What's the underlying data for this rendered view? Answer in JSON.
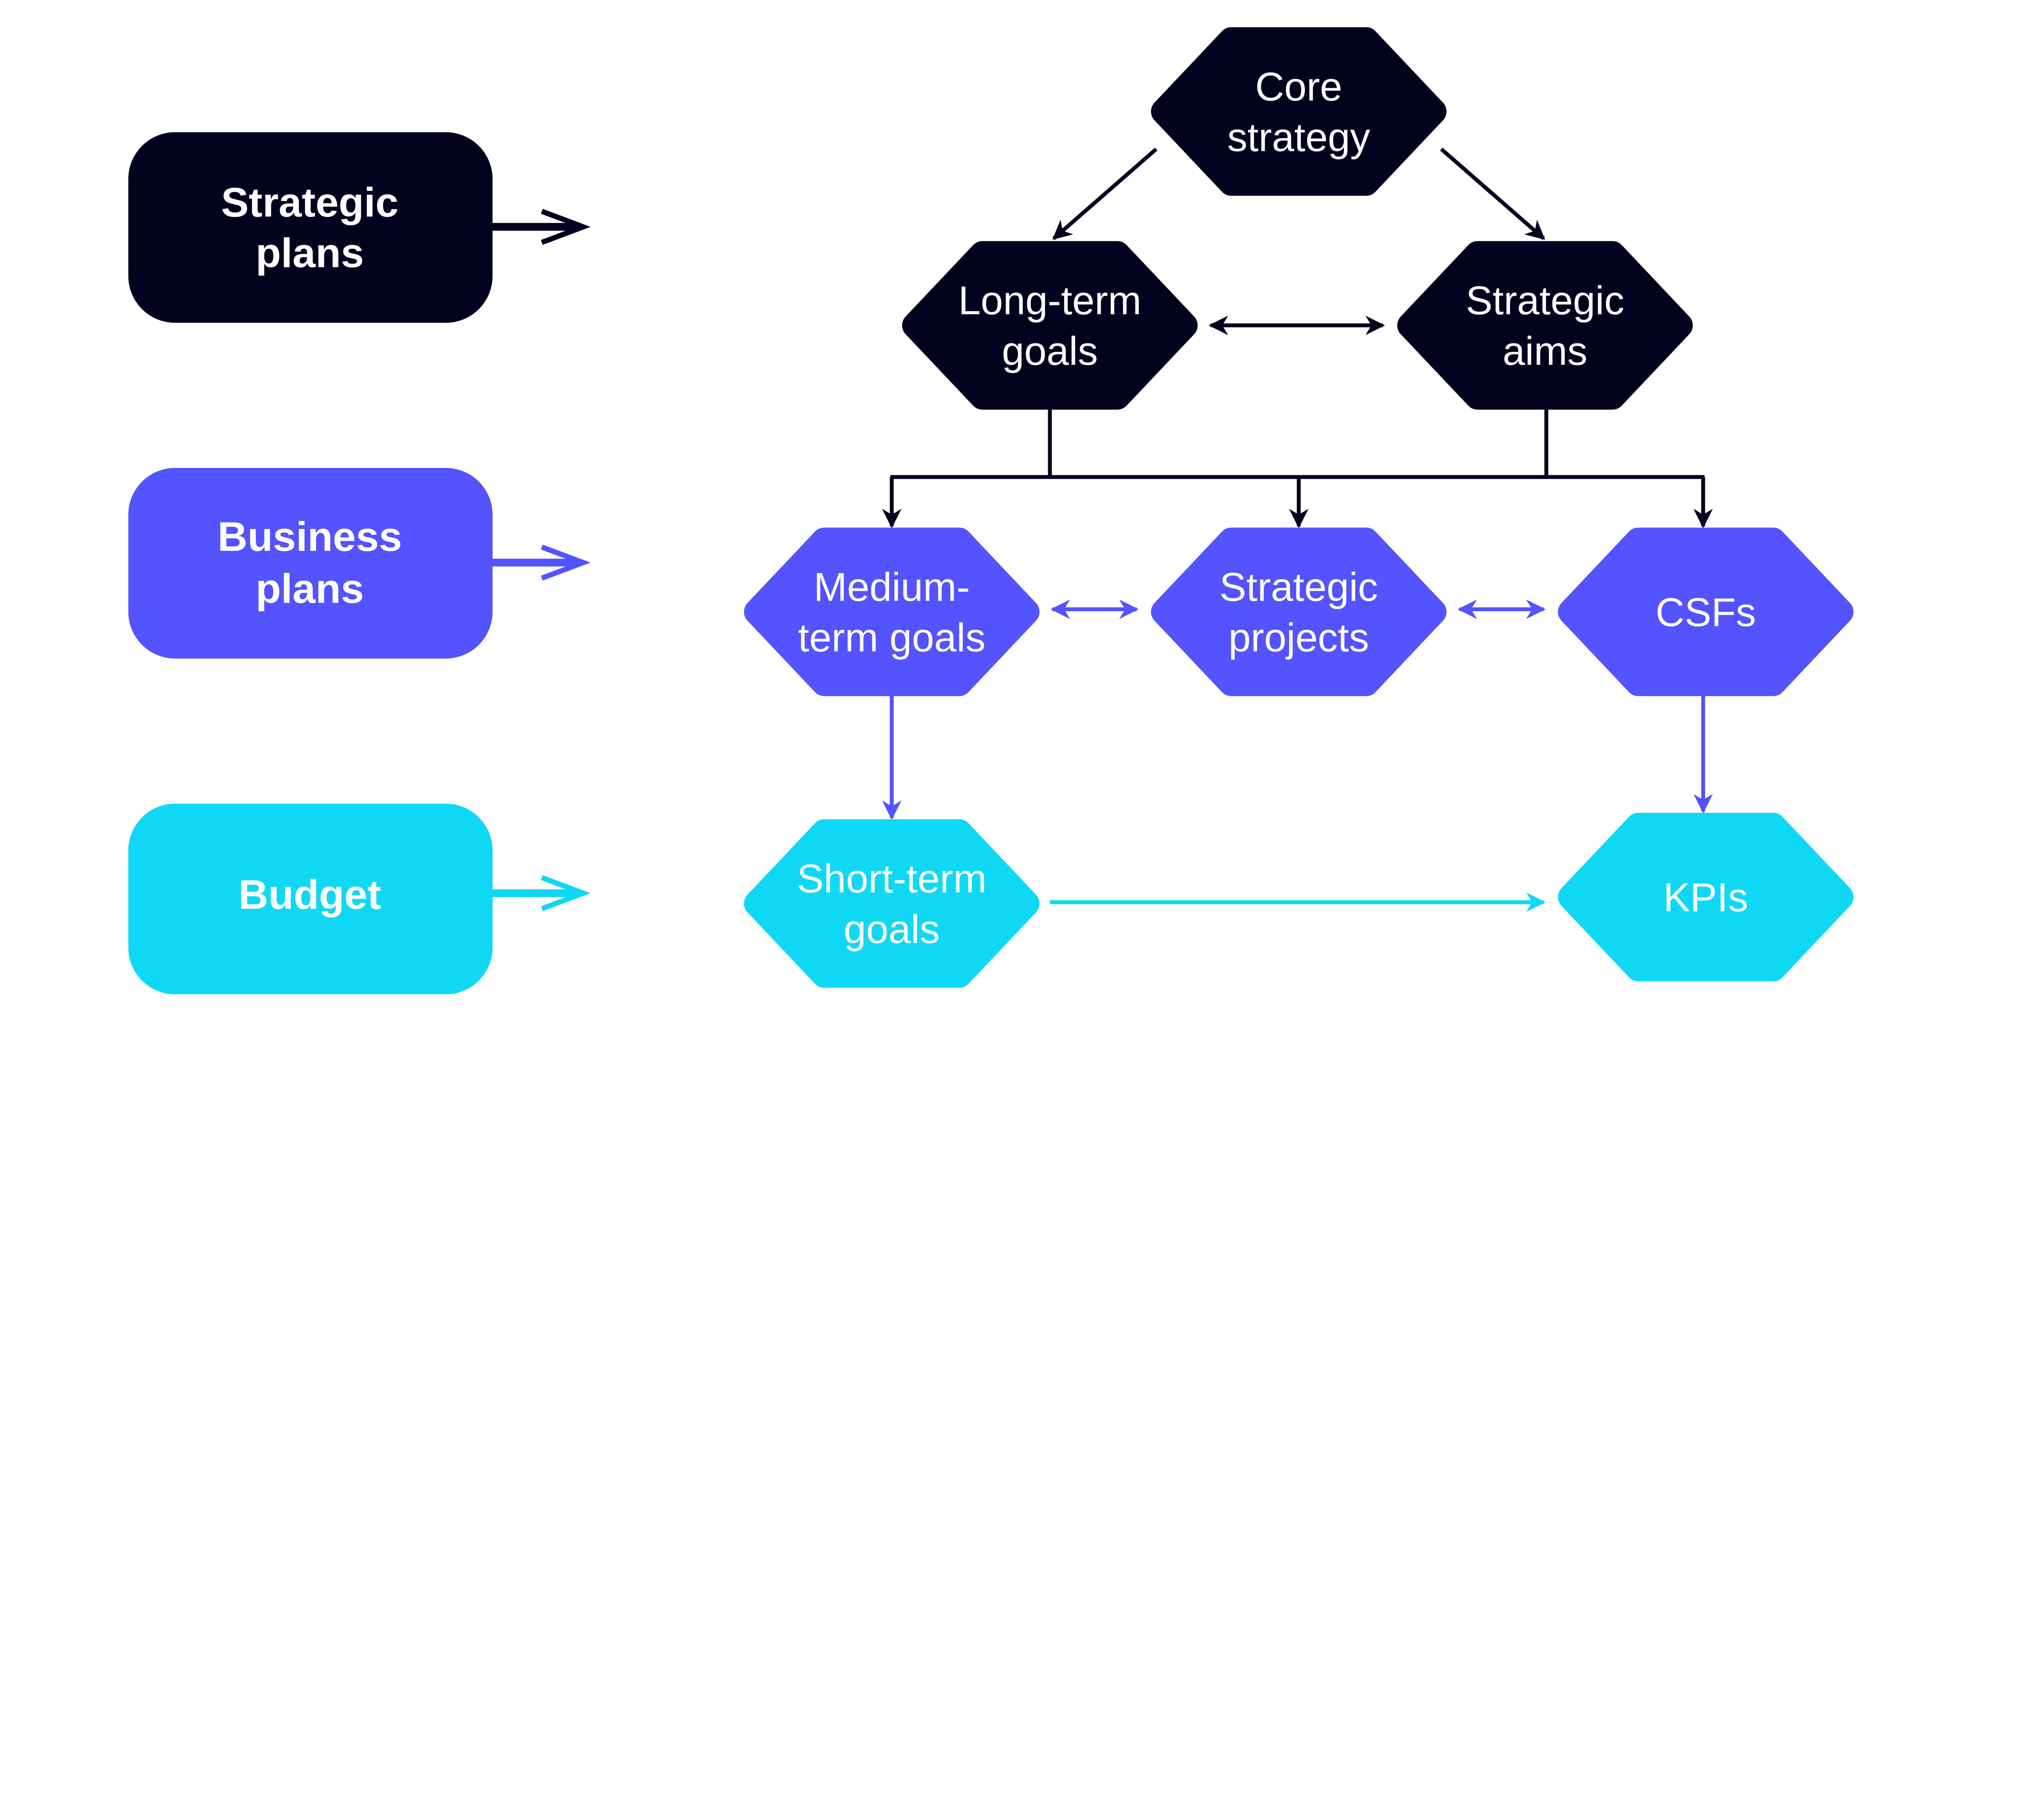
{
  "colors": {
    "strategic": "#02021f",
    "business": "#5353ff",
    "budget": "#0fd8f5"
  },
  "levels": [
    {
      "label_lines": [
        "Strategic",
        "plans"
      ]
    },
    {
      "label_lines": [
        "Business",
        "plans"
      ]
    },
    {
      "label_lines": [
        "Budget"
      ]
    }
  ],
  "nodes": {
    "core_strategy": [
      "Core",
      "strategy"
    ],
    "long_term_goals": [
      "Long-term",
      "goals"
    ],
    "strategic_aims": [
      "Strategic",
      "aims"
    ],
    "medium_term_goals": [
      "Medium-",
      "term goals"
    ],
    "strategic_projects": [
      "Strategic",
      "projects"
    ],
    "csfs": [
      "CSFs"
    ],
    "short_term_goals": [
      "Short-term",
      "goals"
    ],
    "kpis": [
      "KPIs"
    ]
  }
}
